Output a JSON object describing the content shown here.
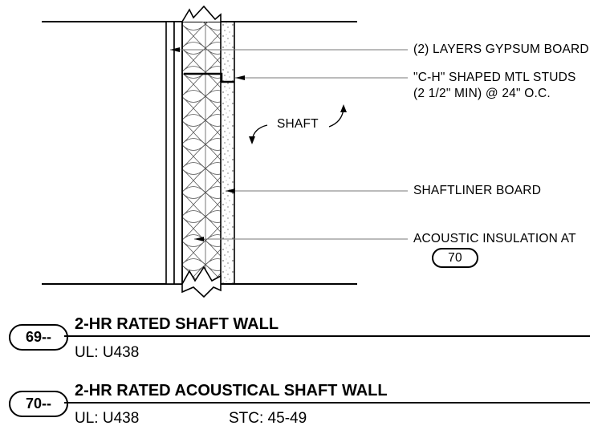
{
  "callouts": {
    "gypsum": "(2) LAYERS GYPSUM BOARD",
    "studs_line1": "\"C-H\" SHAPED MTL STUDS",
    "studs_line2": "(2 1/2\" MIN) @ 24\" O.C.",
    "shaft": "SHAFT",
    "shaftliner": "SHAFTLINER BOARD",
    "insulation": "ACOUSTIC INSULATION AT",
    "insulation_ref": "70"
  },
  "details": [
    {
      "number": "69--",
      "title": "2-HR RATED SHAFT WALL",
      "ul": "UL: U438",
      "stc": ""
    },
    {
      "number": "70--",
      "title": "2-HR RATED ACOUSTICAL SHAFT WALL",
      "ul": "UL: U438",
      "stc": "STC: 45-49"
    }
  ]
}
